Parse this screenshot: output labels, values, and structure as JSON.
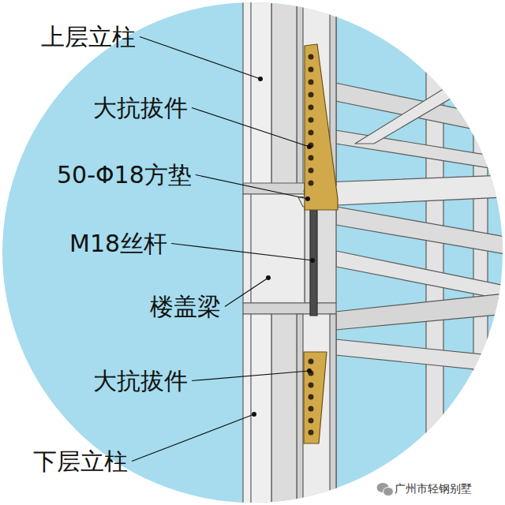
{
  "diagram": {
    "labels": [
      "上层立柱",
      "大抗拔件",
      "50-Φ18方垫",
      "M18丝杆",
      "楼盖梁",
      "大抗拔件",
      "下层立柱",
      "广州市轻钢别墅"
    ]
  }
}
